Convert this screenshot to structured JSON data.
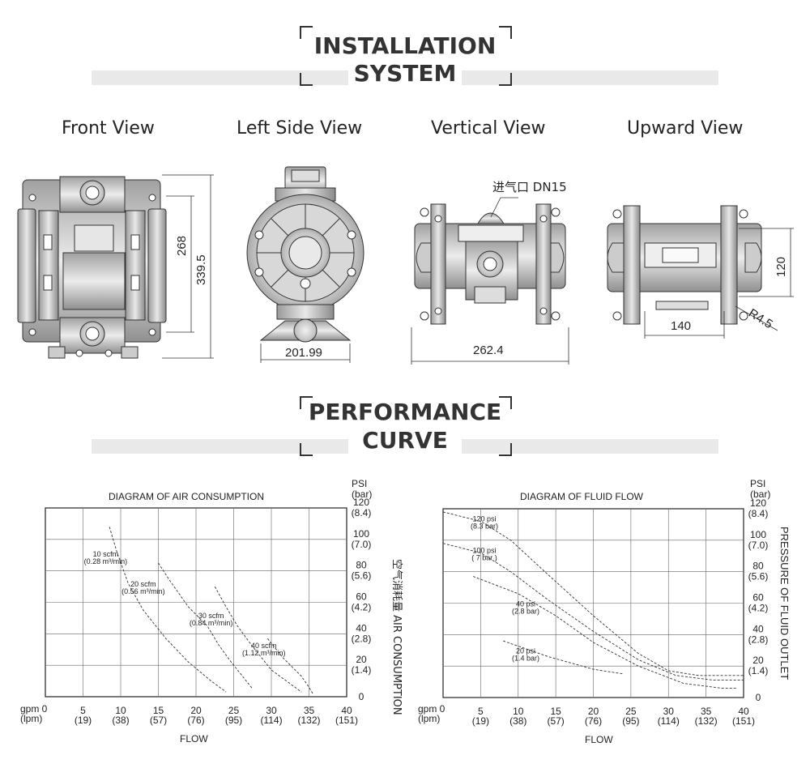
{
  "sections": {
    "installation": {
      "line1": "INSTALLATION",
      "line2": "SYSTEM"
    },
    "performance": {
      "line1": "PERFORMANCE",
      "line2": "CURVE"
    }
  },
  "views": {
    "front": {
      "label": "Front View",
      "dim_inner": "268",
      "dim_outer": "339.5"
    },
    "left": {
      "label": "Left Side View",
      "dim_width": "201.99"
    },
    "vertical": {
      "label": "Vertical View",
      "air_inlet": "进气口 DN15",
      "dim_width": "262.4"
    },
    "upward": {
      "label": "Upward View",
      "dim_height": "120",
      "dim_width": "140",
      "dim_radius": "R4.5"
    }
  },
  "charts": {
    "air": {
      "title": "DIAGRAM OF AIR CONSUMPTION",
      "x_unit_main": "gpm 0",
      "x_unit_sub": "(lpm)",
      "xlabel": "FLOW",
      "y_unit_main": "PSI",
      "y_unit_sub": "(bar)",
      "side_label": "空气消耗量 AIR CONSUMPTION"
    },
    "fluid": {
      "title": "DIAGRAM OF FLUID FLOW",
      "x_unit_main": "gpm 0",
      "x_unit_sub": "(lpm)",
      "xlabel": "FLOW",
      "y_unit_main": "PSI",
      "y_unit_sub": "(bar)",
      "side_label": "PRESSURE OF FLUID OUTLET"
    }
  },
  "chart_data": [
    {
      "type": "line",
      "title": "DIAGRAM OF AIR CONSUMPTION",
      "xlabel": "FLOW",
      "ylabel": "",
      "x_ticks": [
        {
          "main": "5",
          "sub": "(19)"
        },
        {
          "main": "10",
          "sub": "(38)"
        },
        {
          "main": "15",
          "sub": "(57)"
        },
        {
          "main": "20",
          "sub": "(76)"
        },
        {
          "main": "25",
          "sub": "(95)"
        },
        {
          "main": "30",
          "sub": "(114)"
        },
        {
          "main": "35",
          "sub": "(132)"
        },
        {
          "main": "40",
          "sub": "(151)"
        }
      ],
      "y_ticks": [
        {
          "main": "0",
          "sub": ""
        },
        {
          "main": "20",
          "sub": "(1.4)"
        },
        {
          "main": "40",
          "sub": "(2.8)"
        },
        {
          "main": "60",
          "sub": "(4.2)"
        },
        {
          "main": "80",
          "sub": "(5.6)"
        },
        {
          "main": "100",
          "sub": "(7.0)"
        },
        {
          "main": "120",
          "sub": "(8.4)"
        }
      ],
      "xlim": [
        0,
        40
      ],
      "ylim": [
        0,
        120
      ],
      "grid": true,
      "series": [
        {
          "label1": "10 scfm",
          "label2": "(0.28 m³/min)",
          "label_at": [
            8,
            89
          ],
          "x": [
            8.5,
            9.5,
            11,
            13,
            16,
            19,
            22,
            24
          ],
          "y": [
            108,
            92,
            72,
            55,
            37,
            22,
            10,
            3
          ]
        },
        {
          "label1": "20 scfm",
          "label2": "(0.56 m³/min)",
          "label_at": [
            13,
            70
          ],
          "x": [
            15,
            16.5,
            19,
            21.5,
            23,
            24.5,
            27.5
          ],
          "y": [
            85,
            74,
            57,
            45,
            33,
            23,
            5
          ]
        },
        {
          "label1": "30 scfm",
          "label2": "(0.84 m³/min)",
          "label_at": [
            22,
            50
          ],
          "x": [
            22.5,
            24,
            25.5,
            27.5,
            30,
            34
          ],
          "y": [
            70,
            57,
            45,
            32,
            17,
            3
          ]
        },
        {
          "label1": "40 scfm",
          "label2": "(1.12 m³/min)",
          "label_at": [
            29,
            31
          ],
          "x": [
            29.5,
            31.5,
            34,
            35,
            35.5
          ],
          "y": [
            37,
            25,
            13,
            6,
            2
          ]
        }
      ]
    },
    {
      "type": "line",
      "title": "DIAGRAM OF FLUID FLOW",
      "xlabel": "FLOW",
      "ylabel": "PRESSURE OF FLUID OUTLET",
      "x_ticks": [
        {
          "main": "5",
          "sub": "(19)"
        },
        {
          "main": "10",
          "sub": "(38)"
        },
        {
          "main": "15",
          "sub": "(57)"
        },
        {
          "main": "20",
          "sub": "(76)"
        },
        {
          "main": "25",
          "sub": "(95)"
        },
        {
          "main": "30",
          "sub": "(114)"
        },
        {
          "main": "35",
          "sub": "(132)"
        },
        {
          "main": "40",
          "sub": "(151)"
        }
      ],
      "y_ticks": [
        {
          "main": "0",
          "sub": ""
        },
        {
          "main": "20",
          "sub": "(1.4)"
        },
        {
          "main": "40",
          "sub": "(2.8)"
        },
        {
          "main": "60",
          "sub": "(4.2)"
        },
        {
          "main": "80",
          "sub": "(5.6)"
        },
        {
          "main": "100",
          "sub": "(7.0)"
        },
        {
          "main": "120",
          "sub": "(8.4)"
        }
      ],
      "xlim": [
        0,
        40
      ],
      "ylim": [
        0,
        120
      ],
      "grid": true,
      "series": [
        {
          "label1": "120 psi",
          "label2": "(8.3 bar)",
          "label_at": [
            5.5,
            112
          ],
          "x": [
            0,
            5,
            9,
            14,
            20,
            26,
            30,
            34,
            40
          ],
          "y": [
            118,
            112,
            100,
            78,
            52,
            28,
            17,
            14,
            14
          ]
        },
        {
          "label1": "100 psi",
          "label2": "( 7 bar )",
          "label_at": [
            5.5,
            92
          ],
          "x": [
            0,
            5,
            9,
            14,
            20,
            26,
            31,
            36,
            40
          ],
          "y": [
            98,
            92,
            80,
            62,
            42,
            24,
            14,
            11,
            11
          ]
        },
        {
          "label1": "40 psi",
          "label2": "(2.8 bar)",
          "label_at": [
            11,
            58
          ],
          "x": [
            4,
            10,
            15,
            20,
            26,
            32,
            37,
            39
          ],
          "y": [
            77,
            66,
            52,
            35,
            20,
            9,
            6,
            6
          ]
        },
        {
          "label1": "20 psi",
          "label2": "(1.4 bar)",
          "label_at": [
            11,
            28
          ],
          "x": [
            8,
            14,
            20,
            24
          ],
          "y": [
            36,
            26,
            18,
            15
          ]
        }
      ]
    }
  ]
}
